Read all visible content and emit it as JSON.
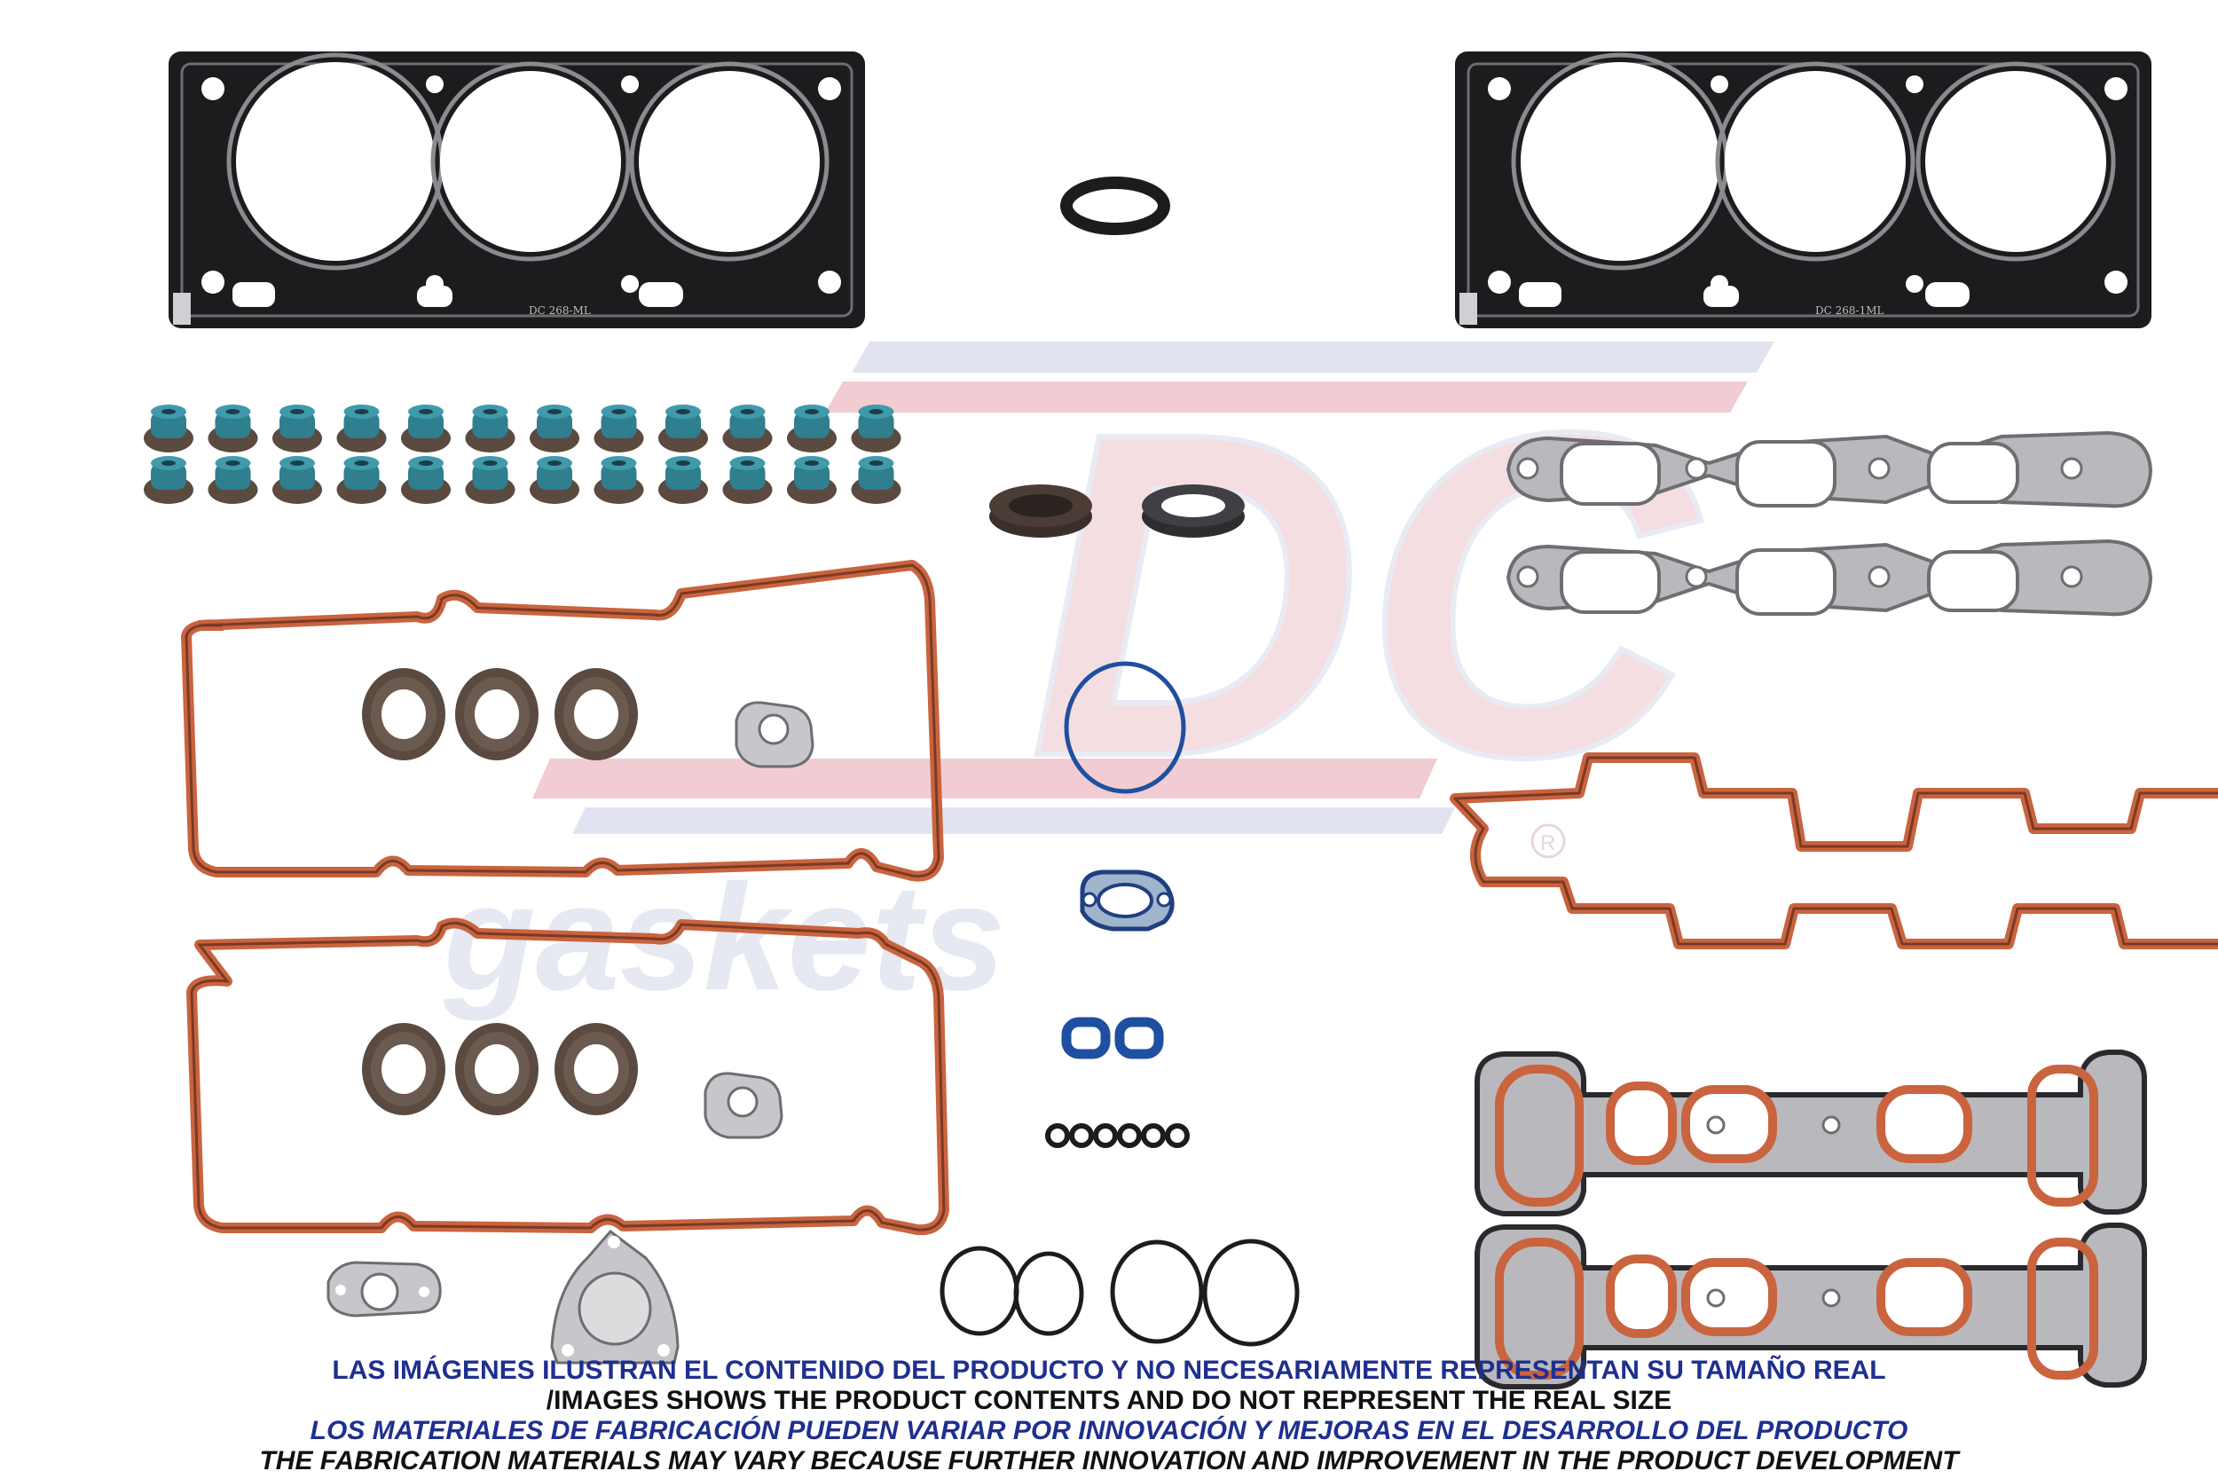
{
  "watermark": {
    "logo_text": "DC",
    "tagline": "gaskets",
    "registered_mark": "R"
  },
  "parts": {
    "head_gasket_left_stamp": "DC 268-ML",
    "head_gasket_right_stamp": "DC 268-1ML"
  },
  "disclaimer": {
    "line1": "LAS IMÁGENES ILUSTRAN EL CONTENIDO DEL PRODUCTO Y NO NECESARIAMENTE REPRESENTAN SU TAMAÑO REAL",
    "line2": "/IMAGES SHOWS THE PRODUCT CONTENTS AND DO NOT REPRESENT THE REAL SIZE",
    "line3": "LOS MATERIALES DE FABRICACIÓN PUEDEN VARIAR POR INNOVACIÓN Y MEJORAS EN EL DESARROLLO DEL PRODUCTO",
    "line4": "THE FABRICATION MATERIALS MAY VARY BECAUSE FURTHER INNOVATION AND IMPROVEMENT IN THE PRODUCT DEVELOPMENT"
  },
  "colors": {
    "gasket_black": "#1c1c1e",
    "steel": "#a9a9ad",
    "rubber_orange": "#c9643f",
    "seal_teal": "#2f7f8f",
    "seal_brown": "#5a4a40",
    "oring_blue": "#1f4fa0",
    "disclaimer_blue": "#1f2f8f",
    "watermark_red": "#e8b0b8",
    "watermark_blue": "#c4c8de"
  }
}
